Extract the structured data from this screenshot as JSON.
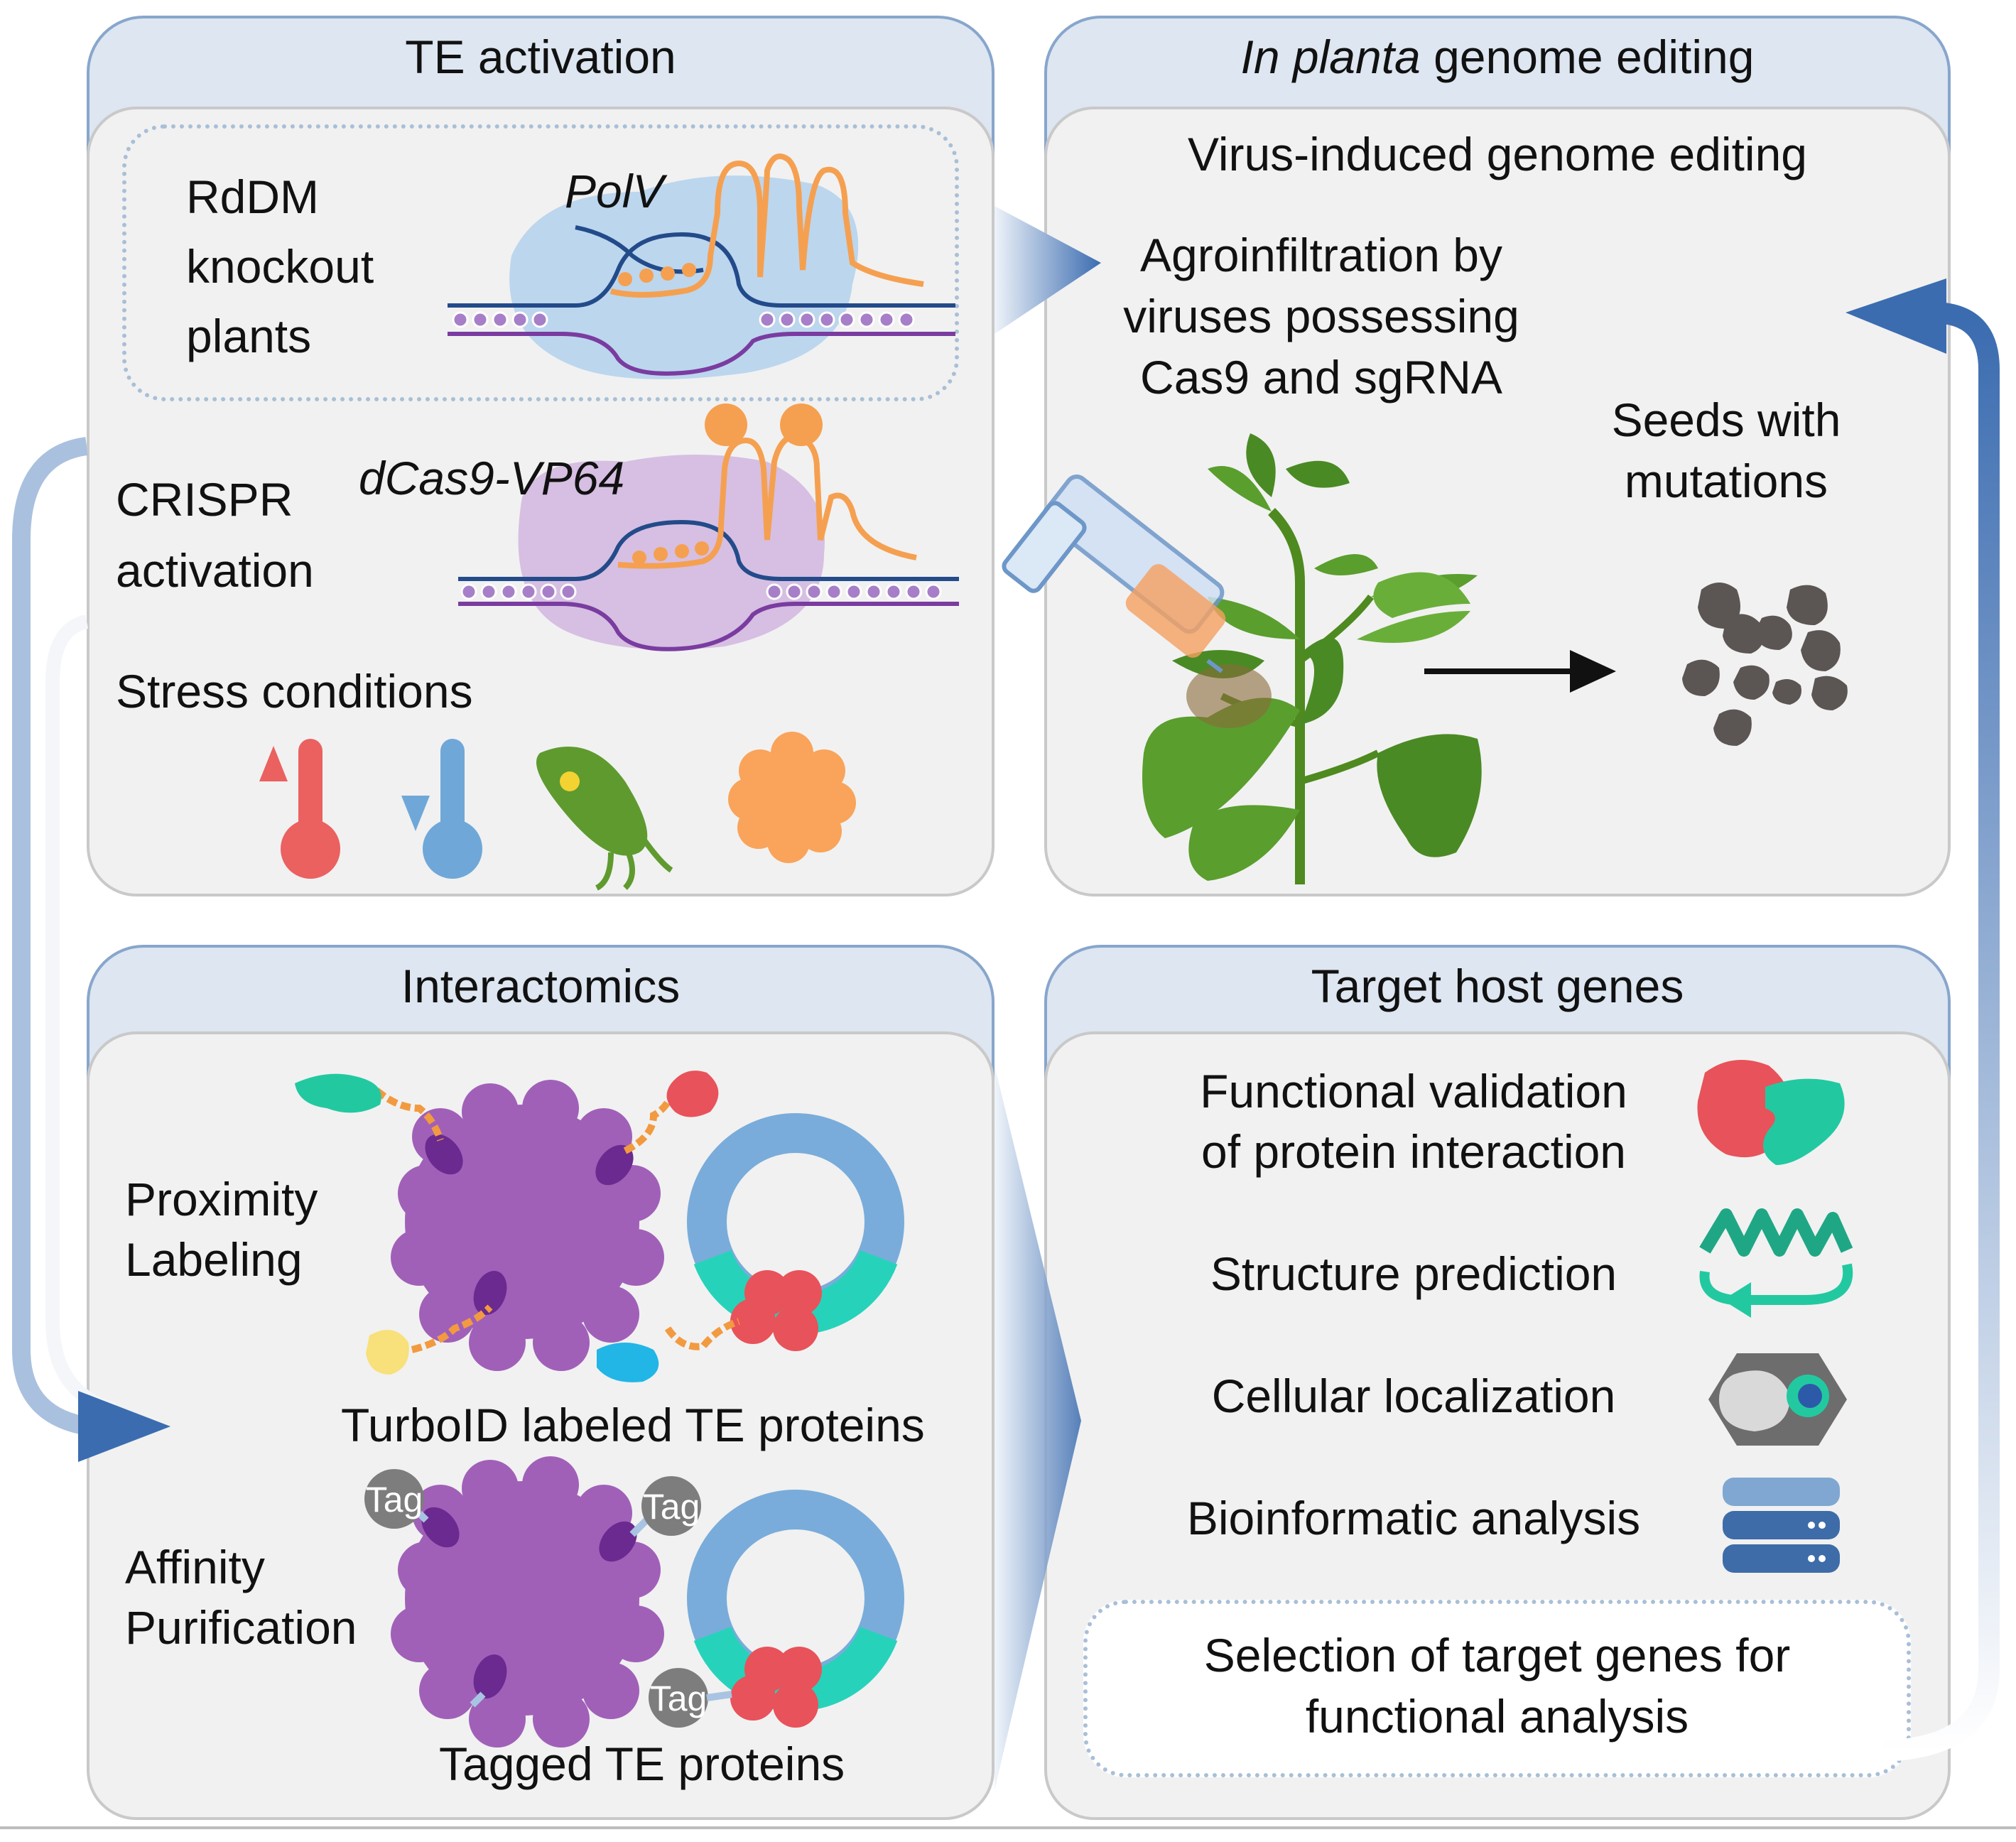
{
  "te_activation": {
    "title": "TE activation",
    "rddm_label": [
      "RdDM",
      "knockout",
      "plants"
    ],
    "polv_label": "PolV",
    "crispr_label": [
      "CRISPR",
      "activation"
    ],
    "dcas9_label": "dCas9-VP64",
    "stress_label": "Stress conditions",
    "stress_icons": [
      "heat-thermometer-icon",
      "cold-thermometer-icon",
      "bacterium-icon",
      "fungus-icon"
    ]
  },
  "genome_editing": {
    "title_italic": "In planta",
    "title_rest": " genome editing",
    "subtitle": "Virus-induced genome editing",
    "agro_label": [
      "Agroinfiltration by",
      "viruses possessing",
      "Cas9 and sgRNA"
    ],
    "seeds_label": [
      "Seeds with",
      "mutations"
    ]
  },
  "interactomics": {
    "title": "Interactomics",
    "proximity_label": [
      "Proximity",
      "Labeling"
    ],
    "turboid_label": "TurboID labeled TE proteins",
    "affinity_label": [
      "Affinity",
      "Purification"
    ],
    "tagged_label": "Tagged TE proteins",
    "tag_text": "Tag"
  },
  "target_genes": {
    "title": "Target host genes",
    "items": [
      {
        "label": [
          "Functional validation",
          "of protein interaction"
        ],
        "icon": "protein-interaction-icon"
      },
      {
        "label": [
          "Structure prediction"
        ],
        "icon": "protein-structure-icon"
      },
      {
        "label": [
          "Cellular localization"
        ],
        "icon": "cell-icon"
      },
      {
        "label": [
          "Bioinformatic analysis"
        ],
        "icon": "database-icon"
      }
    ],
    "selection_label": [
      "Selection of target genes for",
      "functional analysis"
    ]
  }
}
